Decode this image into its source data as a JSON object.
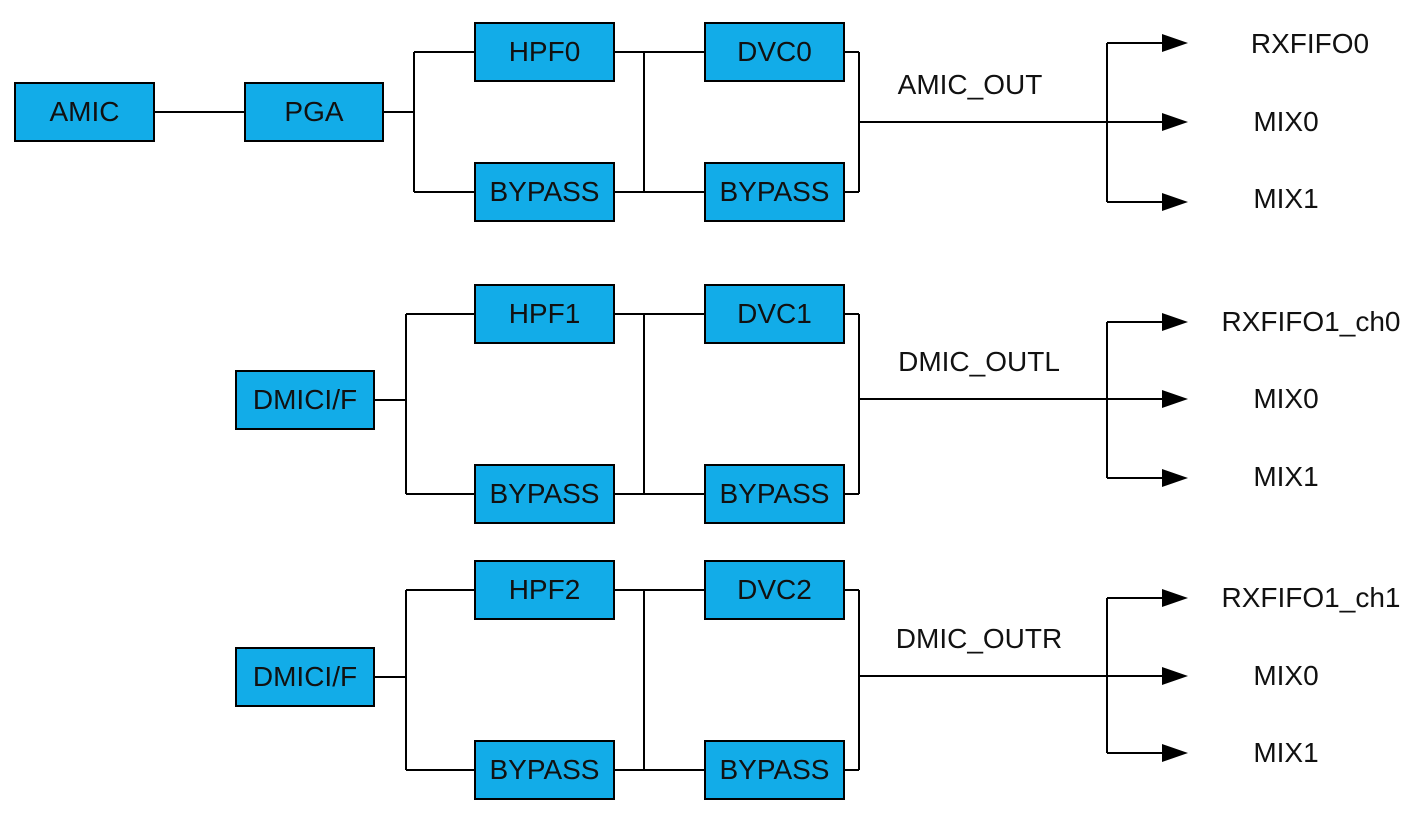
{
  "diagram": {
    "colors": {
      "box_fill": "#12ACE8",
      "box_border": "#000000",
      "wire": "#000000",
      "background": "#FFFFFF",
      "text": "#111111"
    },
    "rows": [
      {
        "id": "amic-path",
        "nodes": {
          "source": "AMIC",
          "gain": "PGA",
          "hpf": "HPF0",
          "hpf_bypass": "BYPASS",
          "dvc": "DVC0",
          "dvc_bypass": "BYPASS"
        },
        "output_label": "AMIC_OUT",
        "destinations": [
          "RXFIFO0",
          "MIX0",
          "MIX1"
        ]
      },
      {
        "id": "dmic-left-path",
        "nodes": {
          "source": "DMICI/F",
          "hpf": "HPF1",
          "hpf_bypass": "BYPASS",
          "dvc": "DVC1",
          "dvc_bypass": "BYPASS"
        },
        "output_label": "DMIC_OUTL",
        "destinations": [
          "RXFIFO1_ch0",
          "MIX0",
          "MIX1"
        ]
      },
      {
        "id": "dmic-right-path",
        "nodes": {
          "source": "DMICI/F",
          "hpf": "HPF2",
          "hpf_bypass": "BYPASS",
          "dvc": "DVC2",
          "dvc_bypass": "BYPASS"
        },
        "output_label": "DMIC_OUTR",
        "destinations": [
          "RXFIFO1_ch1",
          "MIX0",
          "MIX1"
        ]
      }
    ]
  }
}
